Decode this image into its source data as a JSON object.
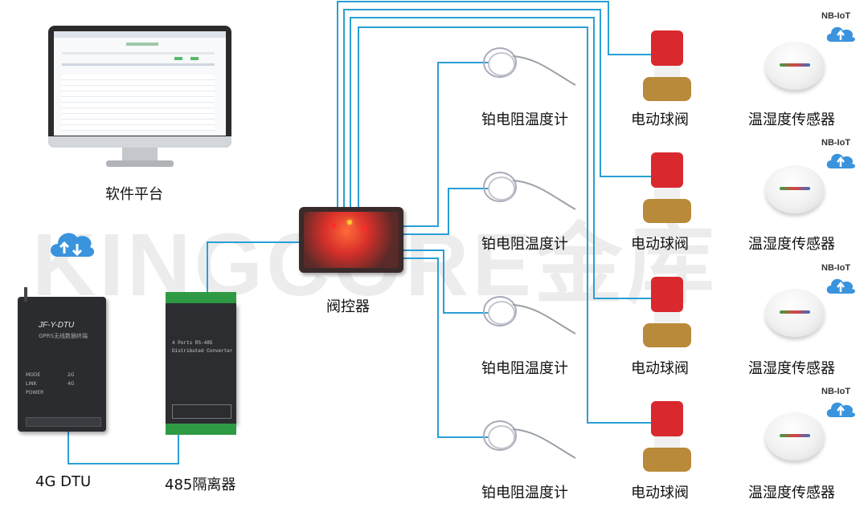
{
  "watermark": "KINGCORE金库",
  "labels": {
    "software_platform": "软件平台",
    "valve_controller": "阀控器",
    "dtu": "4G DTU",
    "isolator": "485隔离器",
    "rtd": "铂电阻温度计",
    "ball_valve": "电动球阀",
    "th_sensor": "温湿度传感器"
  },
  "badges": {
    "cloud_4g": "4G",
    "nb_iot": "NB-IoT"
  },
  "dtu_device": {
    "model": "JF-Y-DTU",
    "subtitle": "GPRS无线数据终端",
    "indicators": [
      "MODE",
      "LINK",
      "POWER",
      "2G",
      "4G"
    ]
  },
  "isolator_device": {
    "title": "4 Ports RS-485",
    "subtitle": "Distributed Converter"
  },
  "colors": {
    "wire": "#2a9fd6",
    "controller_glow": "#ff3030",
    "dtu_body": "#2a2c30",
    "isolator_body": "#2b2d31",
    "valve_red": "#d9282e",
    "brass": "#b98a3a"
  }
}
